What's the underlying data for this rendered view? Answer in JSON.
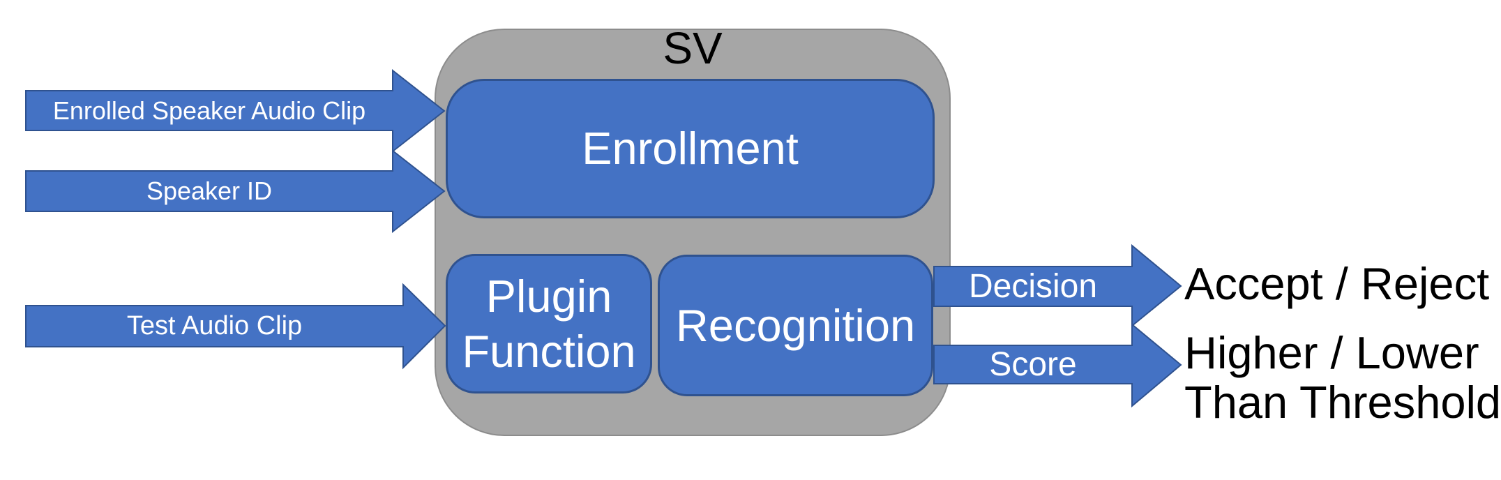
{
  "diagram": {
    "title": "SV",
    "blocks": {
      "enrollment": "Enrollment",
      "plugin_function": "Plugin Function",
      "recognition": "Recognition"
    },
    "inputs": [
      {
        "label": "Enrolled Speaker Audio Clip"
      },
      {
        "label": "Speaker ID"
      },
      {
        "label": "Test Audio Clip"
      }
    ],
    "outputs": [
      {
        "label": "Decision",
        "result": "Accept / Reject"
      },
      {
        "label": "Score",
        "result_line1": "Higher / Lower",
        "result_line2": "Than Threshold"
      }
    ],
    "colors": {
      "shape_blue": "#4472C4",
      "shape_blue_border": "#2F528F",
      "container_gray": "#A6A6A6",
      "container_gray_border": "#8C8C8C",
      "label_white": "#FFFFFF",
      "text_black": "#000000"
    }
  }
}
